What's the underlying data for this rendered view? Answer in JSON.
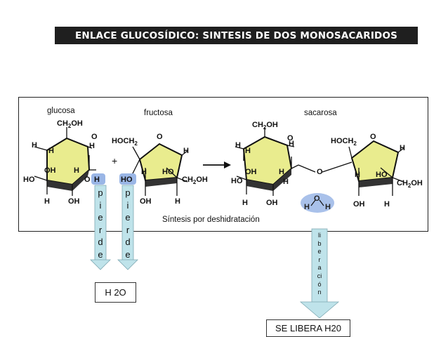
{
  "title": "ENLACE GLUCOSÍDICO: SINTESIS DE DOS MONOSACARIDOS",
  "labels": {
    "glucosa": "glucosa",
    "fructosa": "fructosa",
    "sacarosa": "sacarosa",
    "sintesis": "Síntesis por deshidratación",
    "plus": "+"
  },
  "atoms": {
    "ch2oh": "CH",
    "ch2oh_sub": "2",
    "ch2oh_end": "OH",
    "hoch2": "HOCH",
    "hoch2_sub": "2",
    "h": "H",
    "ho": "HO",
    "oh": "OH",
    "o": "O",
    "ch2oh_right": "CH",
    "ch2oh_right_end": "OH"
  },
  "arrows": {
    "left_word": [
      "p",
      "i",
      "e",
      "r",
      "d",
      "e"
    ],
    "right_word": [
      "p",
      "i",
      "e",
      "r",
      "d",
      "e"
    ],
    "libera_word": [
      "li",
      "b",
      "e",
      "r",
      "a",
      "ci",
      "ó",
      "n"
    ]
  },
  "boxes": {
    "h2o": "H 2O",
    "se_libera": "SE LIBERA H20"
  },
  "colors": {
    "ring_fill": "#e9ec8e",
    "ring_edge": "#111111",
    "arrow_fill": "#bfe3ea",
    "highlight": "#9ab6e6"
  }
}
